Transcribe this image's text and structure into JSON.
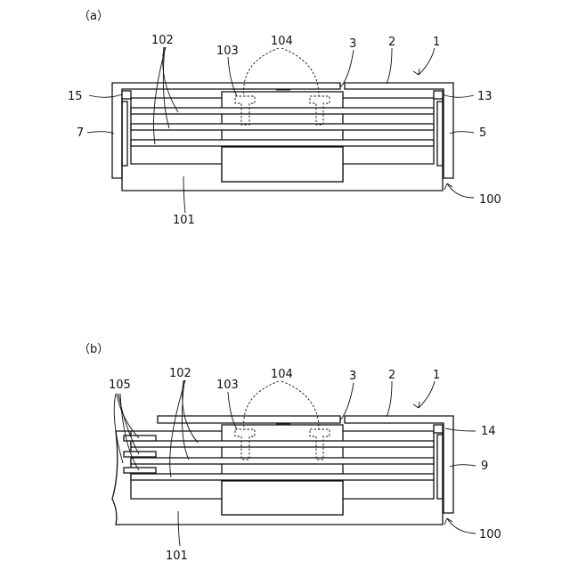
{
  "panel_a": {
    "label": "（a）",
    "ref_102": "102",
    "ref_104": "104",
    "ref_103": "103",
    "ref_3": "3",
    "ref_2": "2",
    "ref_1": "1",
    "ref_15": "15",
    "ref_13": "13",
    "ref_7": "7",
    "ref_5": "5",
    "ref_100": "100",
    "ref_101": "101"
  },
  "panel_b": {
    "label": "（b）",
    "ref_105": "105",
    "ref_102": "102",
    "ref_104": "104",
    "ref_103": "103",
    "ref_3": "3",
    "ref_2": "2",
    "ref_1": "1",
    "ref_14": "14",
    "ref_9": "9",
    "ref_100": "100",
    "ref_101": "101"
  }
}
